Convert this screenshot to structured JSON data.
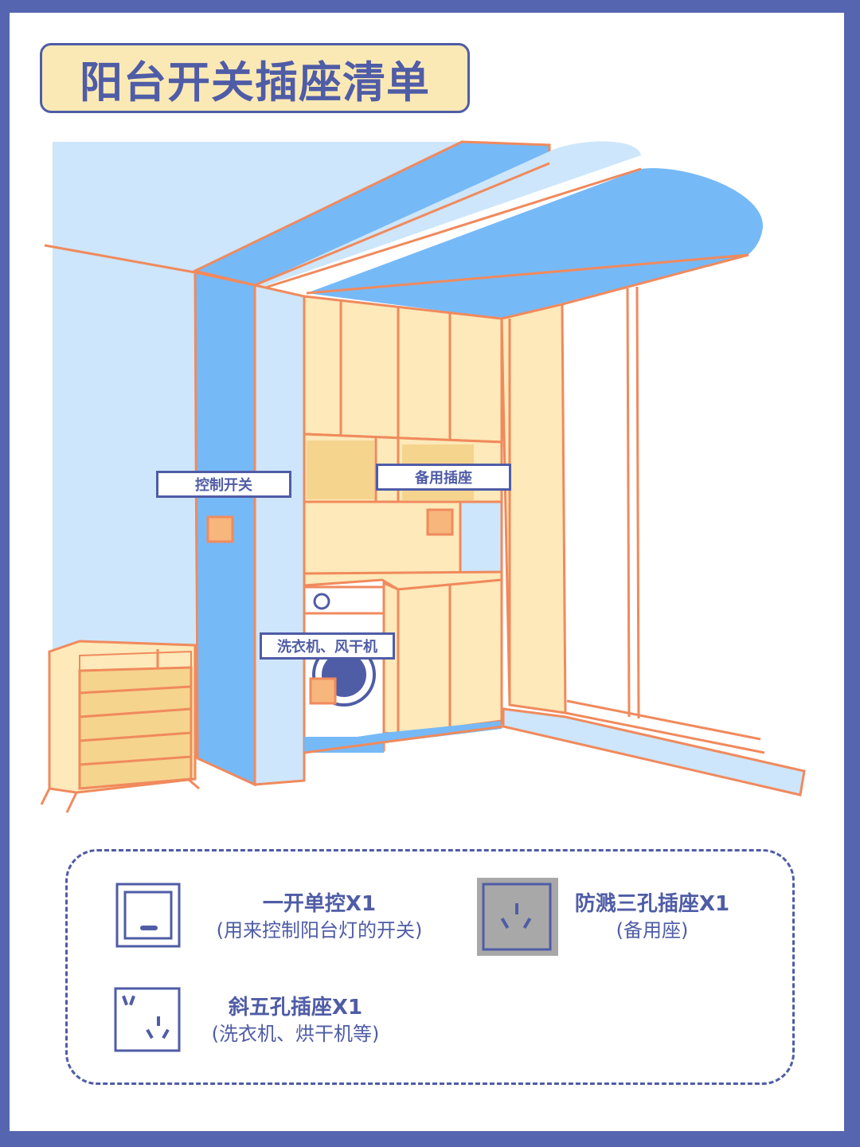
{
  "title": "阳台开关插座清单",
  "labels": {
    "control_switch": "控制开关",
    "spare_socket": "备用插座",
    "washer_dryer": "洗衣机、风干机"
  },
  "legend": {
    "switch": {
      "title": "一开单控X1",
      "subtitle": "(用来控制阳台灯的开关)",
      "icon": "single-switch-icon"
    },
    "splash_socket": {
      "title": "防溅三孔插座X1",
      "subtitle": "(备用座)",
      "icon": "three-hole-socket-icon"
    },
    "five_hole_socket": {
      "title": "斜五孔插座X1",
      "subtitle": "(洗衣机、烘干机等)",
      "icon": "five-hole-socket-icon"
    }
  },
  "colors": {
    "border": "#5565b0",
    "ink": "#4f5ca6",
    "title_fill": "#fbe9b5",
    "wall_light": "#cde6fb",
    "wall_blue": "#76b9f7",
    "cabinet": "#fde9b9",
    "outline": "#f08a5d",
    "marker": "#f7b67b"
  }
}
